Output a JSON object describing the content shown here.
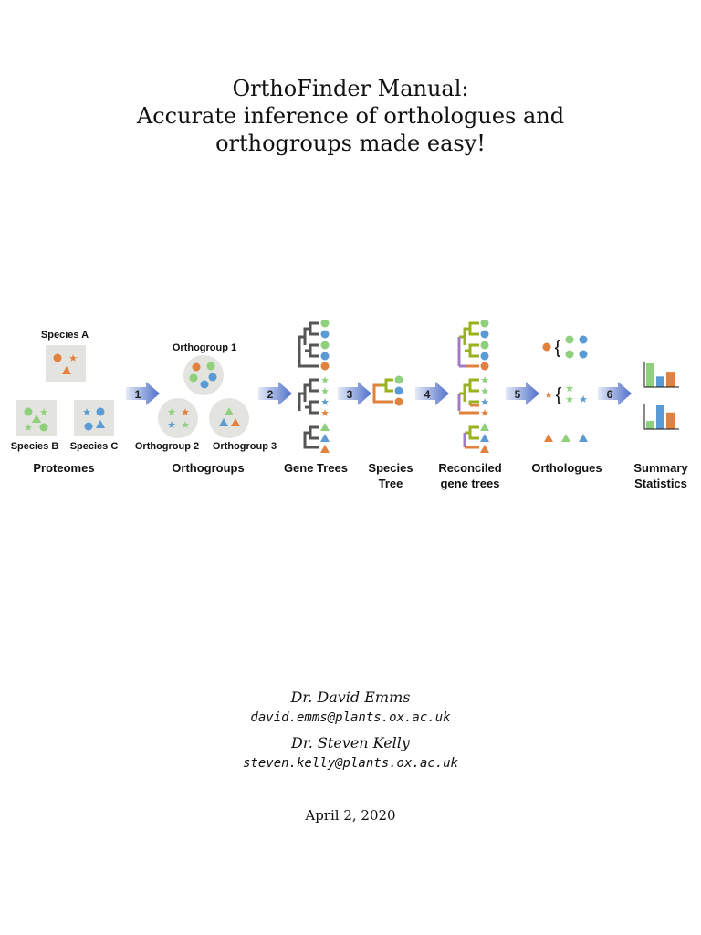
{
  "document": {
    "title_lines": [
      "OrthoFinder Manual:",
      "Accurate inference of orthologues and",
      "orthogroups made easy!"
    ],
    "authors": [
      {
        "name": "Dr. David Emms",
        "email": "david.emms@plants.ox.ac.uk"
      },
      {
        "name": "Dr. Steven Kelly",
        "email": "steven.kelly@plants.ox.ac.uk"
      }
    ],
    "date": "April 2, 2020"
  },
  "figure": {
    "colors": {
      "green": "#8fd07c",
      "blue": "#5b9bd5",
      "orange": "#e0823d",
      "box_bg": "#e3e3df",
      "tree_gray": "#555555",
      "tree_olive": "#9ab21f",
      "tree_purple": "#a27bc4",
      "tree_orange": "#e0823d",
      "arrow_light": "#dfe6f6",
      "arrow_dark": "#4f6fc9"
    },
    "species_labels": {
      "a": "Species A",
      "b": "Species B",
      "c": "Species C"
    },
    "orthogroup_labels": {
      "og1": "Orthogroup 1",
      "og2": "Orthogroup 2",
      "og3": "Orthogroup 3"
    },
    "steps": [
      "1",
      "2",
      "3",
      "4",
      "5",
      "6"
    ],
    "stage_labels": {
      "proteomes": "Proteomes",
      "orthogroups": "Orthogroups",
      "gene_trees": "Gene Trees",
      "species_tree_1": "Species",
      "species_tree_2": "Tree",
      "reconciled_1": "Reconciled",
      "reconciled_2": "gene trees",
      "orthologues": "Orthologues",
      "summary_1": "Summary",
      "summary_2": "Statistics"
    },
    "brace": "{",
    "summary_bars": [
      {
        "values": [
          1.0,
          0.45,
          0.65
        ]
      },
      {
        "values": [
          0.35,
          1.0,
          0.7
        ]
      }
    ]
  }
}
